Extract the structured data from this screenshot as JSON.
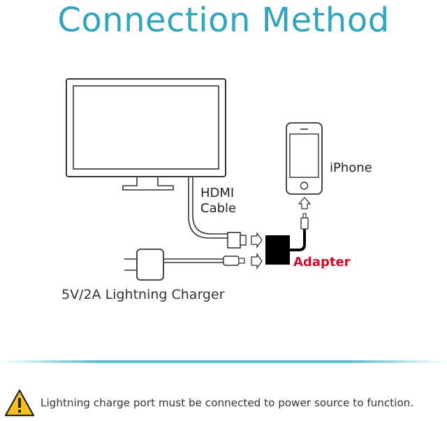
{
  "title": "Connection Method",
  "labels": {
    "iphone": "iPhone",
    "hdmi_line1": "HDMI",
    "hdmi_line2": "Cable",
    "adapter": "Adapter",
    "charger": "5V/2A Lightning Charger"
  },
  "warning": {
    "text": "Lightning charge port must be connected to power source to function.",
    "icon": "warning-triangle-icon"
  },
  "colors": {
    "title": "#2fa6bd",
    "adapter_label": "#c8102e",
    "divider": "#5fbccd",
    "warning_fill": "#f6c21a"
  }
}
